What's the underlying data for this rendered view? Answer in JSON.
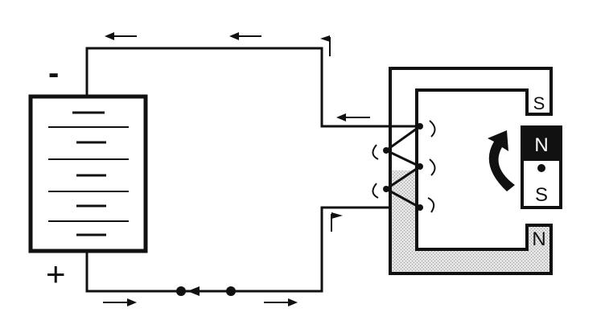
{
  "battery": {
    "negative_sign": "-",
    "positive_sign": "+"
  },
  "electromagnet": {
    "top_pole": "S",
    "bottom_pole": "N"
  },
  "rotor": {
    "top_pole": "N",
    "bottom_pole": "S"
  },
  "colors": {
    "line": "#111111",
    "shaded_core": "#d6d6d6",
    "background": "#ffffff"
  }
}
